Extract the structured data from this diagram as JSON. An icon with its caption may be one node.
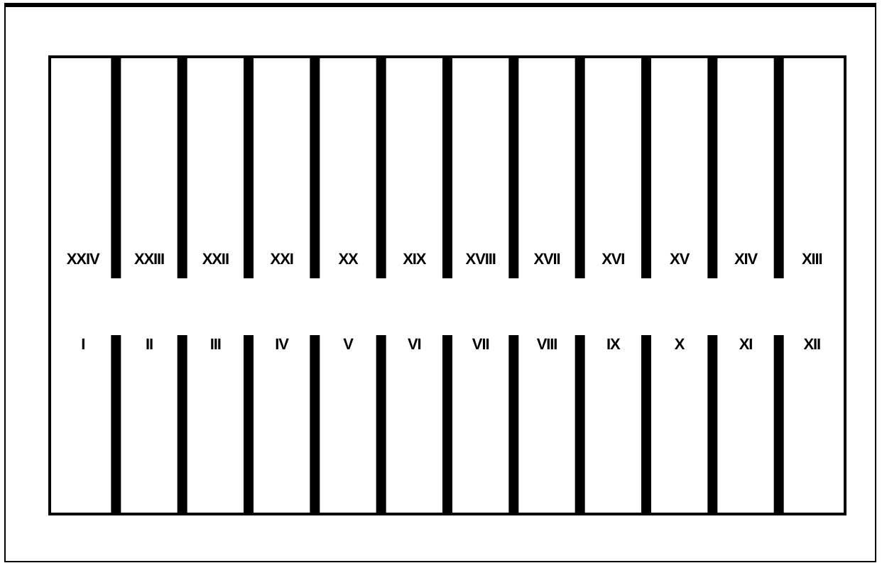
{
  "diagram": {
    "labels": [
      "XXIV",
      "XXIII",
      "XXII",
      "XXI",
      "XX",
      "XIX",
      "XVIII",
      "XVII",
      "XVI",
      "XV",
      "XIV",
      "XIII",
      "I",
      "II",
      "III",
      "IV",
      "V",
      "VI",
      "VII",
      "VIII",
      "IX",
      "X",
      "XI",
      "XII"
    ]
  }
}
